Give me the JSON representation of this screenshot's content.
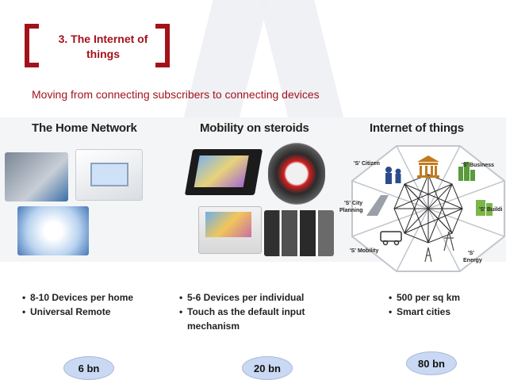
{
  "slide": {
    "title_line1": "3. The Internet of",
    "title_line2": "things",
    "subtitle": "Moving from connecting subscribers to connecting devices",
    "colors": {
      "accent": "#a3121b",
      "ellipse": "#c9d9f3"
    }
  },
  "columns": [
    {
      "title": "The Home Network",
      "bullets": [
        "8-10 Devices per home",
        "Universal Remote"
      ],
      "badge": "6 bn"
    },
    {
      "title": "Mobility on steroids",
      "bullets": [
        "5-6 Devices per individual",
        "Touch as the default input",
        "mechanism"
      ],
      "badge": "20 bn"
    },
    {
      "title": "Internet of things",
      "bullets": [
        "500 per sq km",
        "Smart cities"
      ],
      "badge": "80 bn"
    }
  ],
  "iot_labels": {
    "citizen": "'S' Citizen",
    "business": "'S' Business",
    "city_planning_1": "'S' City",
    "city_planning_2": "Planning",
    "building": "'S' Buildi",
    "mobility": "'S' Mobility",
    "energy_1": "'S'",
    "energy_2": "Energy"
  }
}
